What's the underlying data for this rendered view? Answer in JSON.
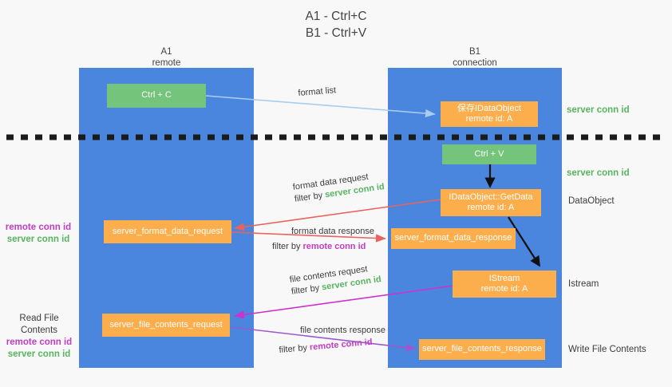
{
  "title": {
    "line1": "A1 - Ctrl+C",
    "line2": "B1 - Ctrl+V"
  },
  "columns": [
    {
      "name": "A1",
      "sub": "remote"
    },
    {
      "name": "B1",
      "sub": "connection"
    }
  ],
  "boxes": {
    "ctrl_c": {
      "line1": "Ctrl + C"
    },
    "ctrl_v": {
      "line1": "Ctrl + V"
    },
    "save_idataobject": {
      "line1": "保存IDataObject",
      "line2": "remote id: A"
    },
    "getdata": {
      "line1": "IDataObject::GetData",
      "line2": "remote id: A"
    },
    "istream": {
      "line1": "IStream",
      "line2": "remote id: A"
    },
    "server_format_data_request": {
      "line1": "server_format_data_request"
    },
    "server_format_data_response": {
      "line1": "server_format_data_response"
    },
    "server_file_contents_request": {
      "line1": "server_file_contents_request"
    },
    "server_file_contents_response": {
      "line1": "server_file_contents_response"
    }
  },
  "edge_labels": {
    "format_list": "format list",
    "format_data_request": "format data request",
    "format_data_request_filter_prefix": "filter by ",
    "format_data_request_filter_key": "server conn id",
    "format_data_response": "format data response",
    "format_data_response_filter_prefix": "filter by ",
    "format_data_response_filter_key": "remote conn id",
    "file_contents_request": "file contents request",
    "file_contents_request_filter_prefix": "filter by ",
    "file_contents_request_filter_key": "server conn id",
    "file_contents_response": "file contents response",
    "file_contents_response_filter_prefix": "filter by ",
    "file_contents_response_filter_key": "remote conn id"
  },
  "right_labels": {
    "server_conn_id_top": "server conn id",
    "server_conn_id_second": "server conn id",
    "dataobject": "DataObject",
    "istream": "Istream",
    "write_file_contents": "Write File Contents"
  },
  "left_labels": {
    "format_remote": "remote conn id",
    "format_server": "server conn id",
    "read_file_contents": "Read File Contents",
    "file_remote": "remote conn id",
    "file_server": "server conn id"
  },
  "colors": {
    "lane": "#4a86de",
    "green_box": "#74c47c",
    "orange_box": "#fcae4d",
    "green_text": "#57b45f",
    "purple_text": "#c13ec1",
    "arrow_blue": "#a8cdf0",
    "arrow_red": "#e8625e",
    "arrow_magenta": "#cc33cc",
    "arrow_purple": "#9b59d0",
    "arrow_black": "#111111",
    "background": "#f8f8f8"
  }
}
